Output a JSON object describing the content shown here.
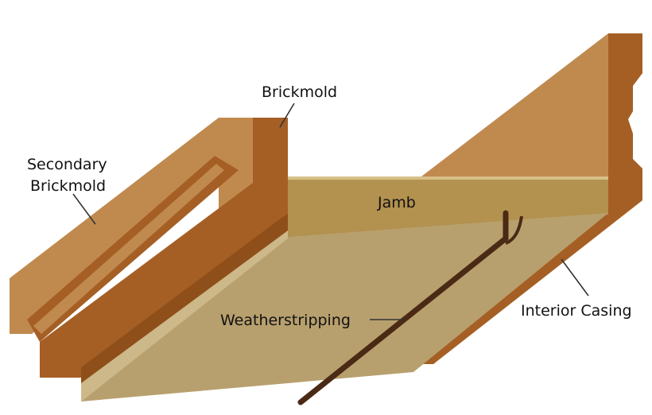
{
  "labels": {
    "brickmold": "Brickmold",
    "secondary_line1": "Secondary",
    "secondary_line2": "Brickmold",
    "jamb": "Jamb",
    "weatherstripping": "Weatherstripping",
    "interior_casing": "Interior Casing"
  },
  "colors": {
    "background": "#ffffff",
    "casing_face": "#c08a4f",
    "casing_edge": "#a55f24",
    "casing_dark": "#8f4f1a",
    "jamb": "#b3914f",
    "jamb_top": "#d6bf87",
    "floor": "#b8a06e",
    "floor_light": "#ccb889",
    "weatherstrip": "#4a2a14",
    "leader": "#333333"
  }
}
